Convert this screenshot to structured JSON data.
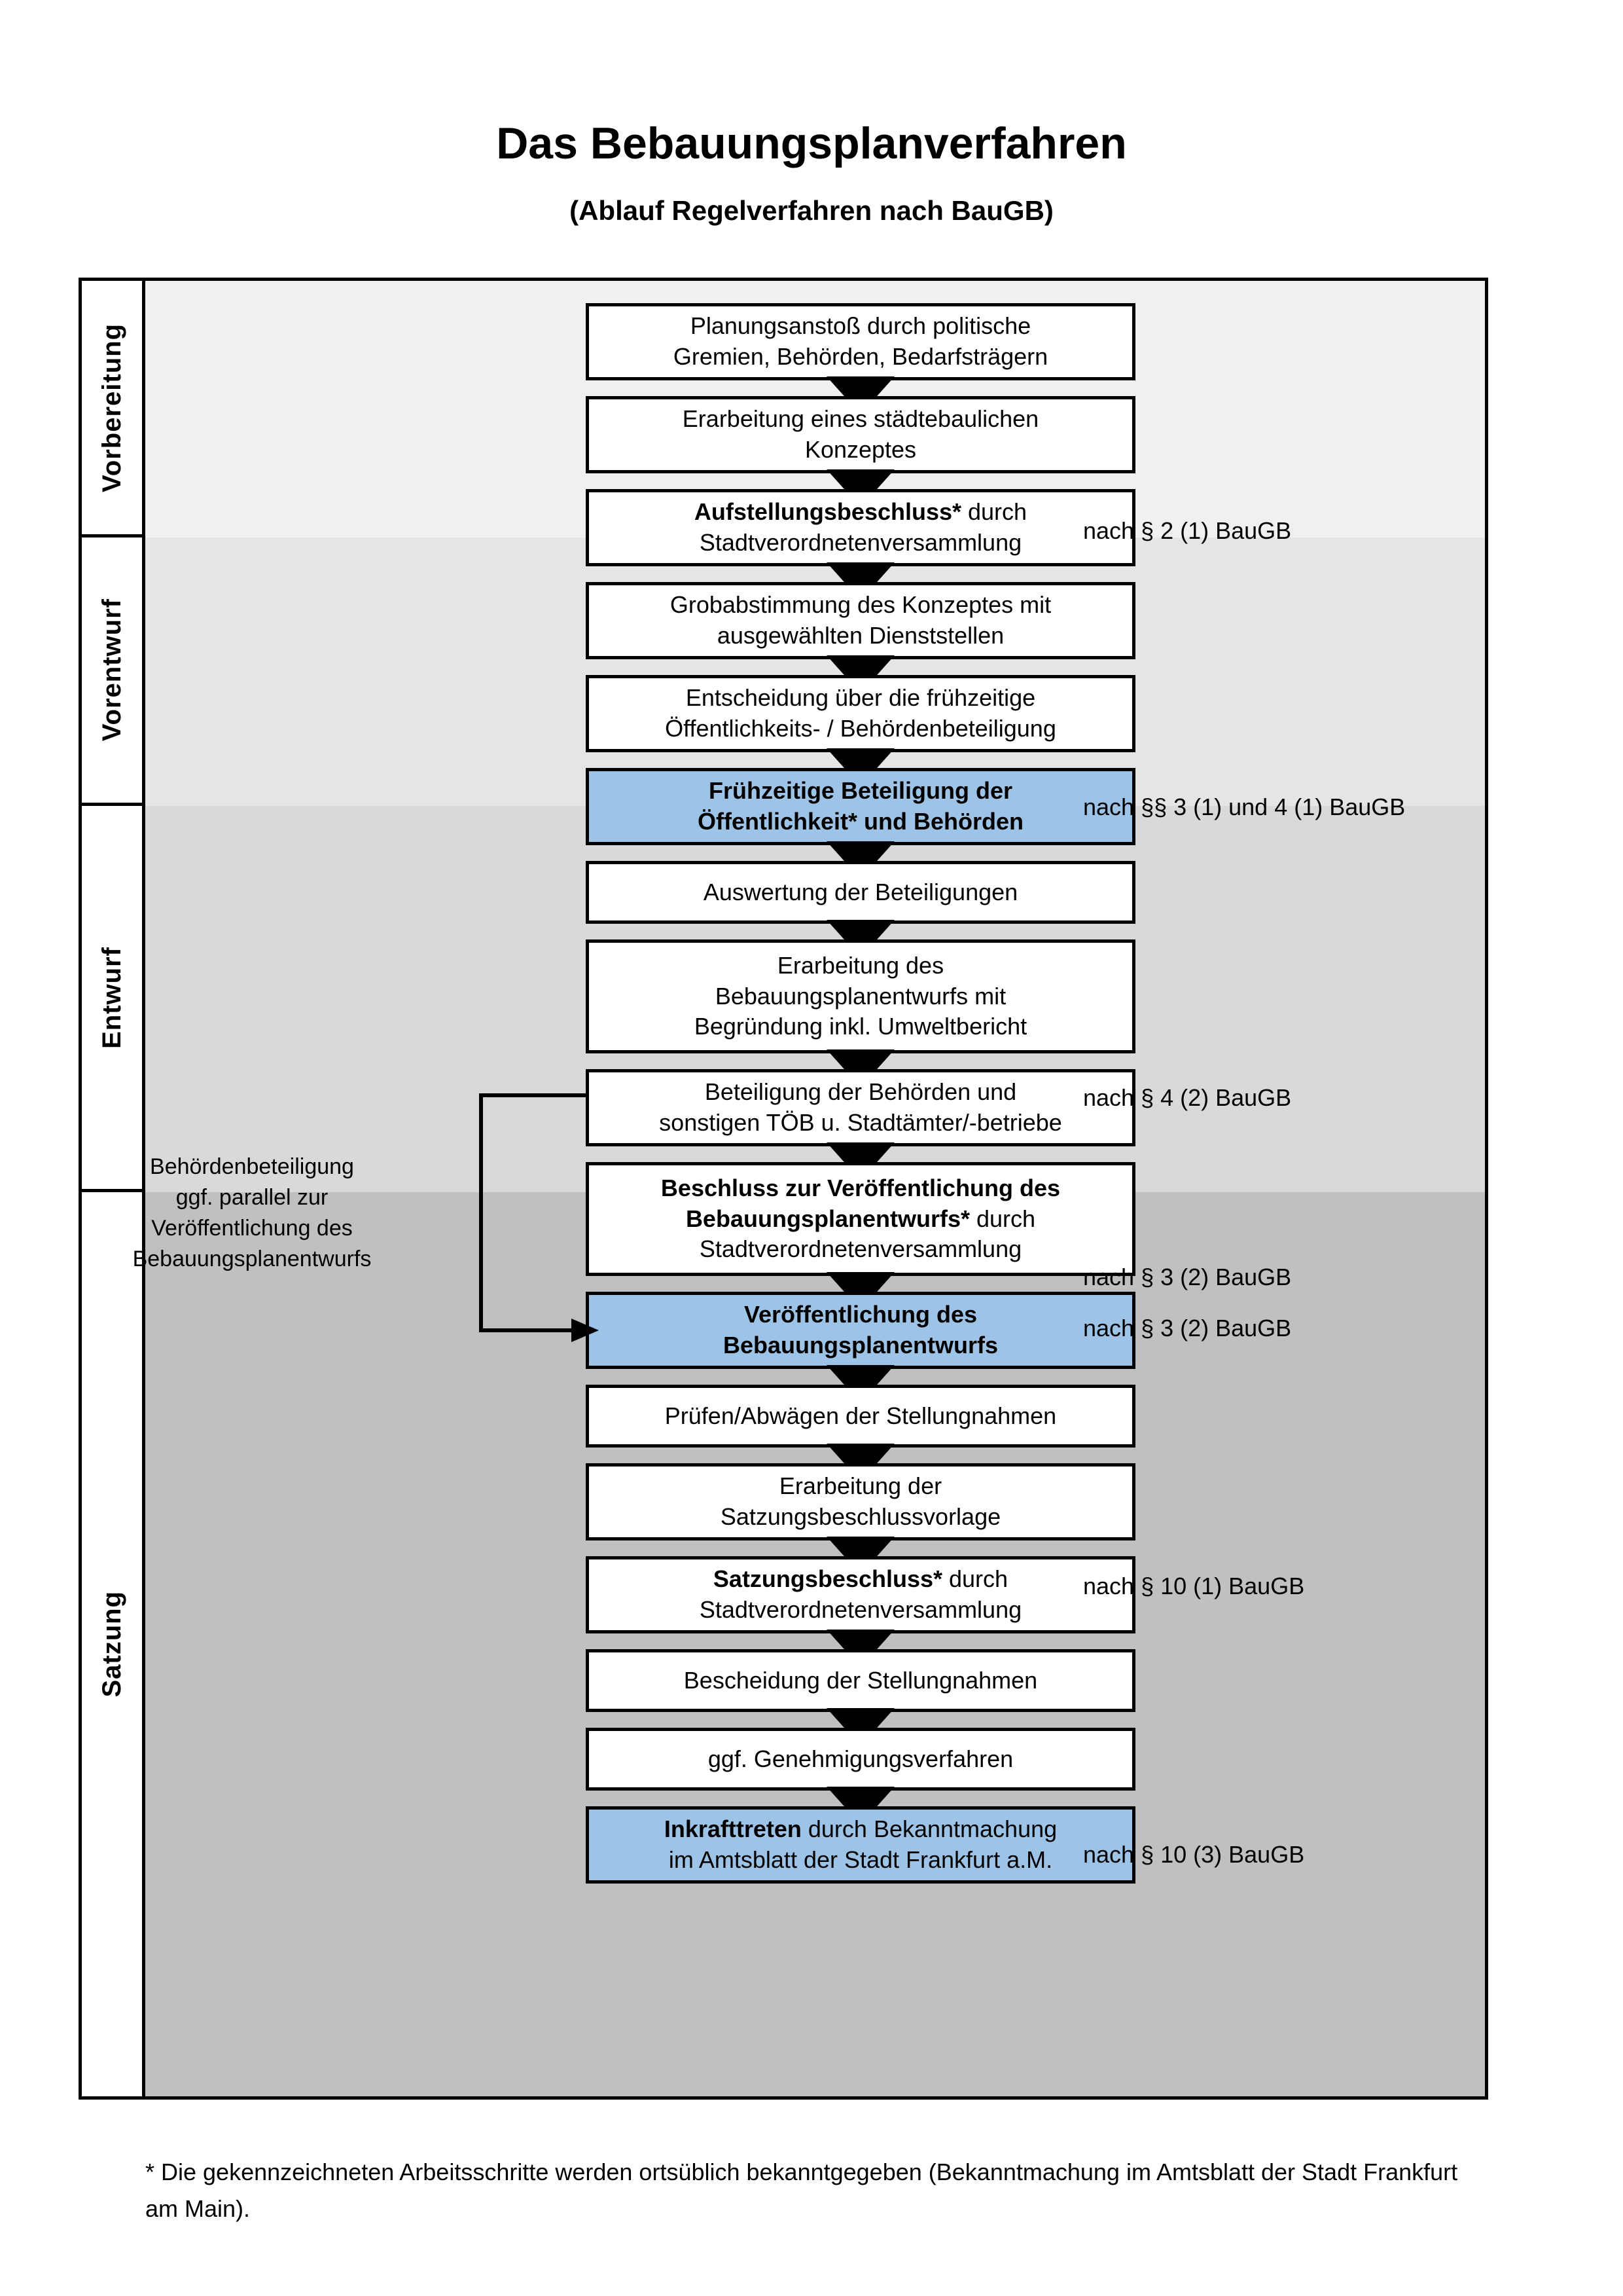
{
  "title": {
    "main": "Das Bebauungsplanverfahren",
    "sub": "(Ablauf Regelverfahren nach BauGB)"
  },
  "phases": [
    {
      "label": "Vorbereitung",
      "band_color": "#f0f0f0"
    },
    {
      "label": "Vorentwurf",
      "band_color": "#e5e5e5"
    },
    {
      "label": "Entwurf",
      "band_color": "#d9d9d9"
    },
    {
      "label": "Satzung",
      "band_color": "#c0c0c0"
    }
  ],
  "colors": {
    "highlight_box": "#9dc3e6",
    "border": "#000000",
    "page_background": "#ffffff"
  },
  "steps": [
    {
      "id": "s1",
      "phase": "Vorbereitung",
      "highlight": false,
      "lines": [
        {
          "text": "Planungsanstoß durch politische",
          "bold": false
        },
        {
          "text": "Gremien, Behörden, Bedarfsträgern",
          "bold": false
        }
      ]
    },
    {
      "id": "s2",
      "phase": "Vorbereitung",
      "highlight": false,
      "lines": [
        {
          "text": "Erarbeitung eines städtebaulichen",
          "bold": false
        },
        {
          "text": "Konzeptes",
          "bold": false
        }
      ]
    },
    {
      "id": "s3",
      "phase": "Vorbereitung",
      "highlight": false,
      "lines": [
        {
          "text": "Aufstellungsbeschluss*",
          "bold": true,
          "suffix": " durch"
        },
        {
          "text": "Stadtverordnetenversammlung",
          "bold": false
        }
      ]
    },
    {
      "id": "s4",
      "phase": "Vorentwurf",
      "highlight": false,
      "lines": [
        {
          "text": "Grobabstimmung des Konzeptes mit",
          "bold": false
        },
        {
          "text": "ausgewählten Dienststellen",
          "bold": false
        }
      ]
    },
    {
      "id": "s5",
      "phase": "Vorentwurf",
      "highlight": false,
      "lines": [
        {
          "text": "Entscheidung über die frühzeitige",
          "bold": false
        },
        {
          "text": "Öffentlichkeits- / Behördenbeteiligung",
          "bold": false
        }
      ]
    },
    {
      "id": "s6",
      "phase": "Vorentwurf",
      "highlight": true,
      "lines": [
        {
          "text": "Frühzeitige Beteiligung der",
          "bold": true
        },
        {
          "text": "Öffentlichkeit* und Behörden",
          "bold": true
        }
      ]
    },
    {
      "id": "s7",
      "phase": "Entwurf",
      "highlight": false,
      "lines": [
        {
          "text": "Auswertung der Beteiligungen",
          "bold": false
        }
      ]
    },
    {
      "id": "s8",
      "phase": "Entwurf",
      "highlight": false,
      "lines": [
        {
          "text": "Erarbeitung des",
          "bold": false
        },
        {
          "text": "Bebauungsplanentwurfs mit",
          "bold": false
        },
        {
          "text": "Begründung inkl. Umweltbericht",
          "bold": false
        }
      ]
    },
    {
      "id": "s9",
      "phase": "Entwurf",
      "highlight": false,
      "lines": [
        {
          "text": "Beteiligung der Behörden und",
          "bold": false
        },
        {
          "text": "sonstigen TÖB u. Stadtämter/-betriebe",
          "bold": false
        }
      ]
    },
    {
      "id": "s10",
      "phase": "Entwurf",
      "highlight": false,
      "lines": [
        {
          "text": "Beschluss zur Veröffentlichung des",
          "bold": true
        },
        {
          "text": "Bebauungsplanentwurfs*",
          "bold": true,
          "suffix": " durch"
        },
        {
          "text": "Stadtverordnetenversammlung",
          "bold": false
        }
      ]
    },
    {
      "id": "s11",
      "phase": "Entwurf",
      "highlight": true,
      "lines": [
        {
          "text": "Veröffentlichung des",
          "bold": true
        },
        {
          "text": "Bebauungsplanentwurfs",
          "bold": true
        }
      ]
    },
    {
      "id": "s12",
      "phase": "Satzung",
      "highlight": false,
      "lines": [
        {
          "text": "Prüfen/Abwägen der Stellungnahmen",
          "bold": false
        }
      ]
    },
    {
      "id": "s13",
      "phase": "Satzung",
      "highlight": false,
      "lines": [
        {
          "text": "Erarbeitung der",
          "bold": false
        },
        {
          "text": "Satzungsbeschlussvorlage",
          "bold": false
        }
      ]
    },
    {
      "id": "s14",
      "phase": "Satzung",
      "highlight": false,
      "lines": [
        {
          "text": "Satzungsbeschluss*",
          "bold": true,
          "suffix": " durch"
        },
        {
          "text": "Stadtverordnetenversammlung",
          "bold": false
        }
      ]
    },
    {
      "id": "s15",
      "phase": "Satzung",
      "highlight": false,
      "lines": [
        {
          "text": "Bescheidung der Stellungnahmen",
          "bold": false
        }
      ]
    },
    {
      "id": "s16",
      "phase": "Satzung",
      "highlight": false,
      "lines": [
        {
          "text": "ggf. Genehmigungsverfahren",
          "bold": false
        }
      ]
    },
    {
      "id": "s17",
      "phase": "Satzung",
      "highlight": true,
      "lines": [
        {
          "text": "Inkrafttreten",
          "bold": true,
          "suffix": " durch Bekanntmachung"
        },
        {
          "text": "im Amtsblatt der Stadt Frankfurt a.M.",
          "bold": false
        }
      ]
    }
  ],
  "legal_notes": [
    {
      "id": "n1",
      "text": "nach § 2 (1) BauGB",
      "for_step": "s3"
    },
    {
      "id": "n2",
      "text": "nach §§ 3 (1) und 4 (1) BauGB",
      "for_step": "s6"
    },
    {
      "id": "n3",
      "text": "nach § 4 (2) BauGB",
      "for_step": "s9"
    },
    {
      "id": "n4",
      "text": "nach § 3 (2) BauGB",
      "for_step": "s10"
    },
    {
      "id": "n5",
      "text": "nach § 3 (2) BauGB",
      "for_step": "s11"
    },
    {
      "id": "n6",
      "text": "nach § 10 (1) BauGB",
      "for_step": "s14"
    },
    {
      "id": "n7",
      "text": "nach § 10 (3) BauGB",
      "for_step": "s17"
    }
  ],
  "parallel_note": "Behördenbeteiligung\nggf. parallel zur\nVeröffentlichung des\nBebauungsplanentwurfs",
  "footnote": "* Die gekennzeichneten Arbeitsschritte werden ortsüblich bekanntgegeben (Bekanntmachung im Amtsblatt  der Stadt Frankfurt am Main)."
}
